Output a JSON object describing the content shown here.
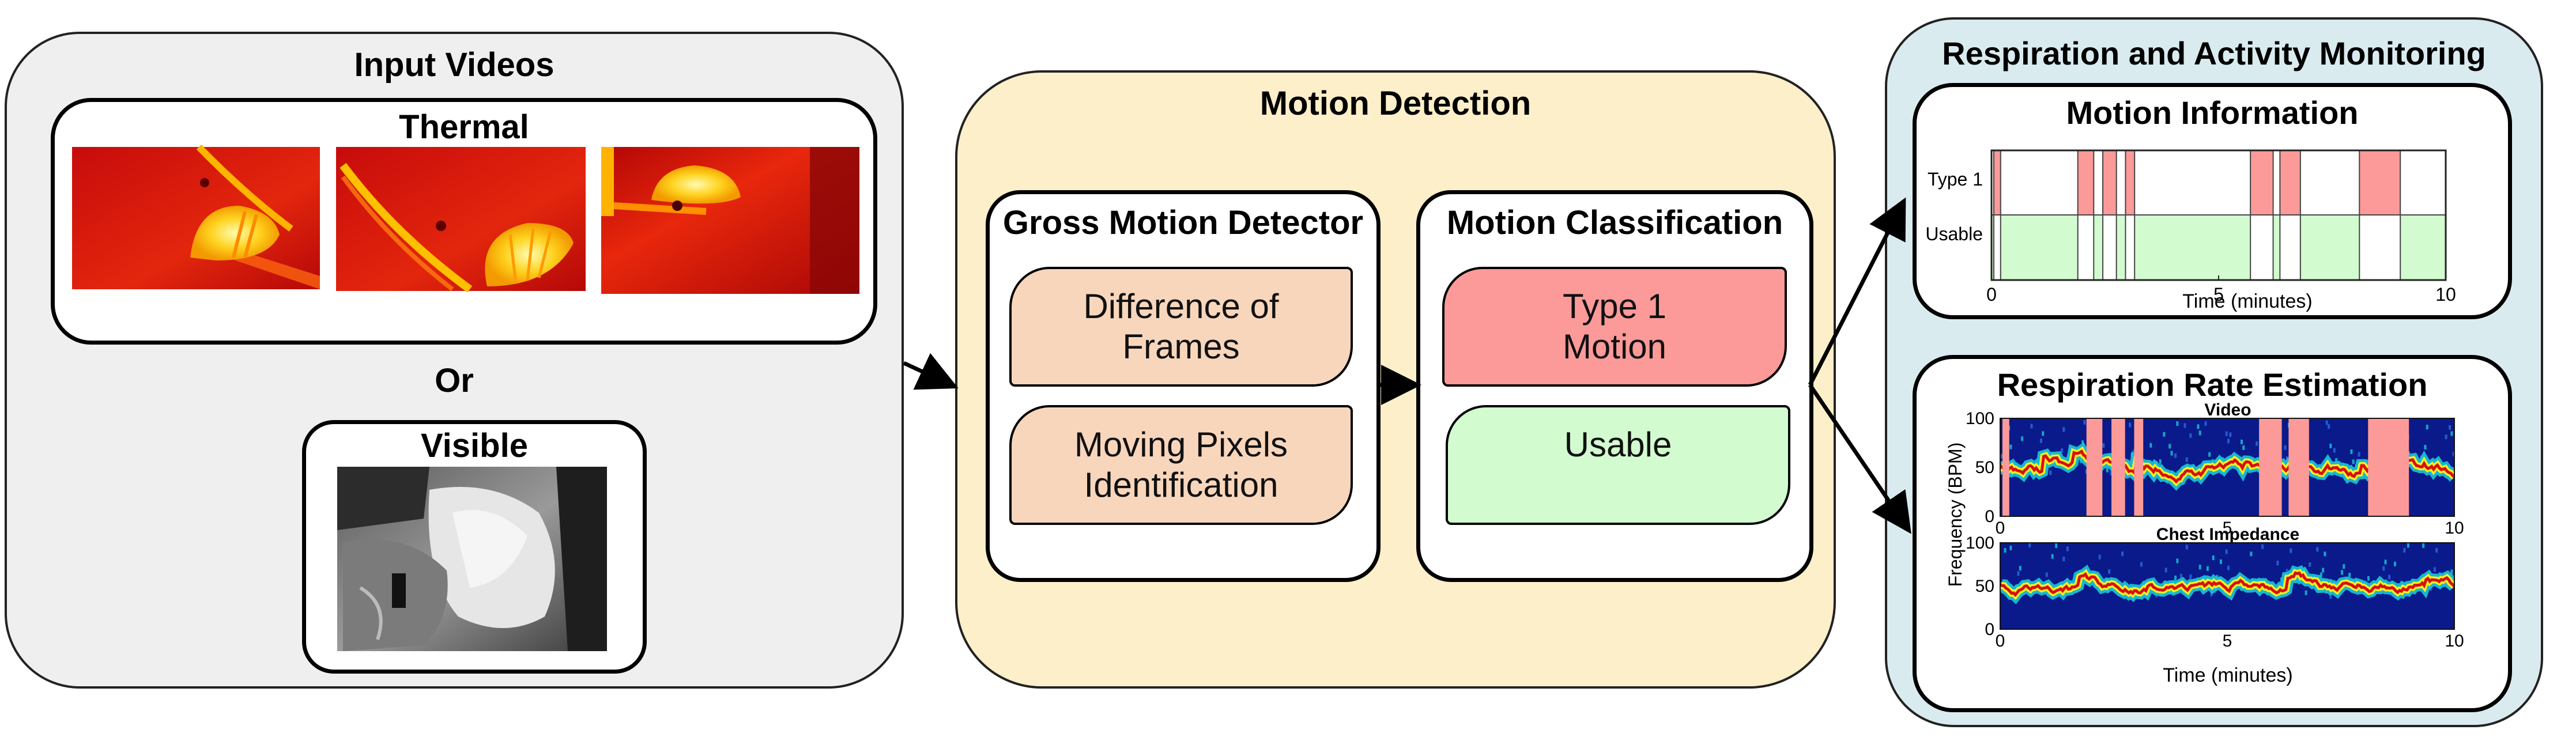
{
  "input": {
    "title": "Input Videos",
    "thermal_title": "Thermal",
    "or_label": "Or",
    "visible_title": "Visible"
  },
  "motion": {
    "title": "Motion Detection",
    "gross_title": "Gross Motion Detector",
    "diff_frames": "Difference of Frames",
    "moving_pixels": "Moving Pixels Identification",
    "classification_title": "Motion Classification",
    "type1": "Type 1 Motion",
    "usable": "Usable"
  },
  "monitor": {
    "title": "Respiration and Activity Monitoring",
    "motion_info_title": "Motion Information",
    "motion_info_xlabel": "Time (minutes)",
    "motion_info_labels": [
      "Type 1",
      "Usable"
    ],
    "rr_title": "Respiration Rate Estimation",
    "video_label": "Video",
    "chest_label": "Chest Impedance",
    "freq_ylabel": "Frequency (BPM)",
    "rr_xlabel": "Time (minutes)"
  },
  "colors": {
    "input_bg": "#efefef",
    "motion_bg": "#fdefc9",
    "monitor_bg": "#d9ebef",
    "proc_fill": "#f8d6bc",
    "type1_fill": "#fb9a98",
    "usable_fill": "#d3fbd0",
    "spectrogram_bg": "#0a1a8a"
  },
  "chart_data": [
    {
      "type": "bar",
      "title": "Motion Information",
      "xlabel": "Time (minutes)",
      "xlim": [
        0,
        10
      ],
      "xticks": [
        0,
        5,
        10
      ],
      "categories": [
        "Type 1",
        "Usable"
      ],
      "type1_intervals": [
        [
          0.05,
          0.2
        ],
        [
          1.9,
          2.25
        ],
        [
          2.45,
          2.75
        ],
        [
          2.95,
          3.15
        ],
        [
          5.7,
          6.2
        ],
        [
          6.35,
          6.8
        ],
        [
          8.1,
          9.0
        ]
      ]
    },
    {
      "type": "heatmap",
      "title": "Video",
      "ylabel": "Frequency (BPM)",
      "xlabel": "Time (minutes)",
      "xlim": [
        0,
        10
      ],
      "ylim": [
        0,
        100
      ],
      "xticks": [
        0,
        5,
        10
      ],
      "yticks": [
        0,
        50,
        100
      ]
    },
    {
      "type": "heatmap",
      "title": "Chest Impedance",
      "xlabel": "Time (minutes)",
      "xlim": [
        0,
        10
      ],
      "ylim": [
        0,
        100
      ],
      "xticks": [
        0,
        5,
        10
      ],
      "yticks": [
        0,
        50,
        100
      ]
    }
  ]
}
